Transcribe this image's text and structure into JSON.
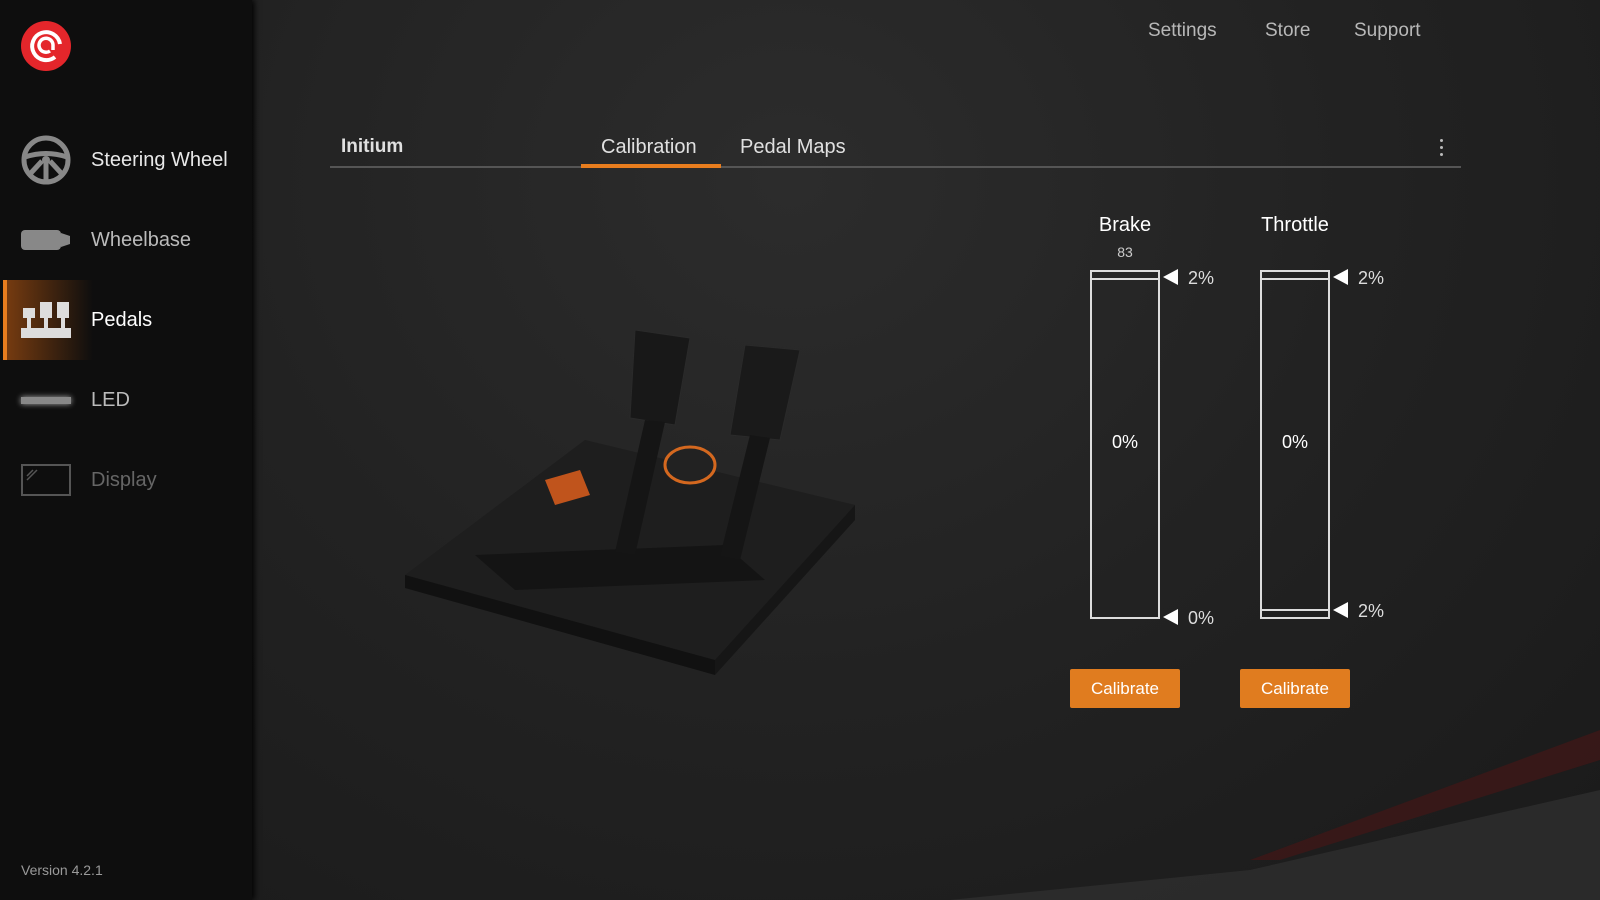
{
  "brand": {
    "accent": "#e87d1e",
    "logo_color": "#e4262b"
  },
  "sidebar": {
    "items": [
      {
        "label": "Steering Wheel",
        "icon": "steering-wheel-icon"
      },
      {
        "label": "Wheelbase",
        "icon": "wheelbase-icon"
      },
      {
        "label": "Pedals",
        "icon": "pedals-icon",
        "active": true
      },
      {
        "label": "LED",
        "icon": "led-icon"
      },
      {
        "label": "Display",
        "icon": "display-icon",
        "disabled": true
      }
    ],
    "version": "Version 4.2.1"
  },
  "topnav": {
    "settings": "Settings",
    "store": "Store",
    "support": "Support"
  },
  "device": {
    "name": "Initium"
  },
  "tabs": [
    {
      "label": "Calibration",
      "active": true
    },
    {
      "label": "Pedal Maps"
    }
  ],
  "pedals": {
    "brake": {
      "label": "Brake",
      "raw_value": "83",
      "current": "0%",
      "top_deadzone": "2%",
      "bottom_deadzone": "0%",
      "button": "Calibrate"
    },
    "throttle": {
      "label": "Throttle",
      "current": "0%",
      "top_deadzone": "2%",
      "bottom_deadzone": "2%",
      "button": "Calibrate"
    }
  }
}
